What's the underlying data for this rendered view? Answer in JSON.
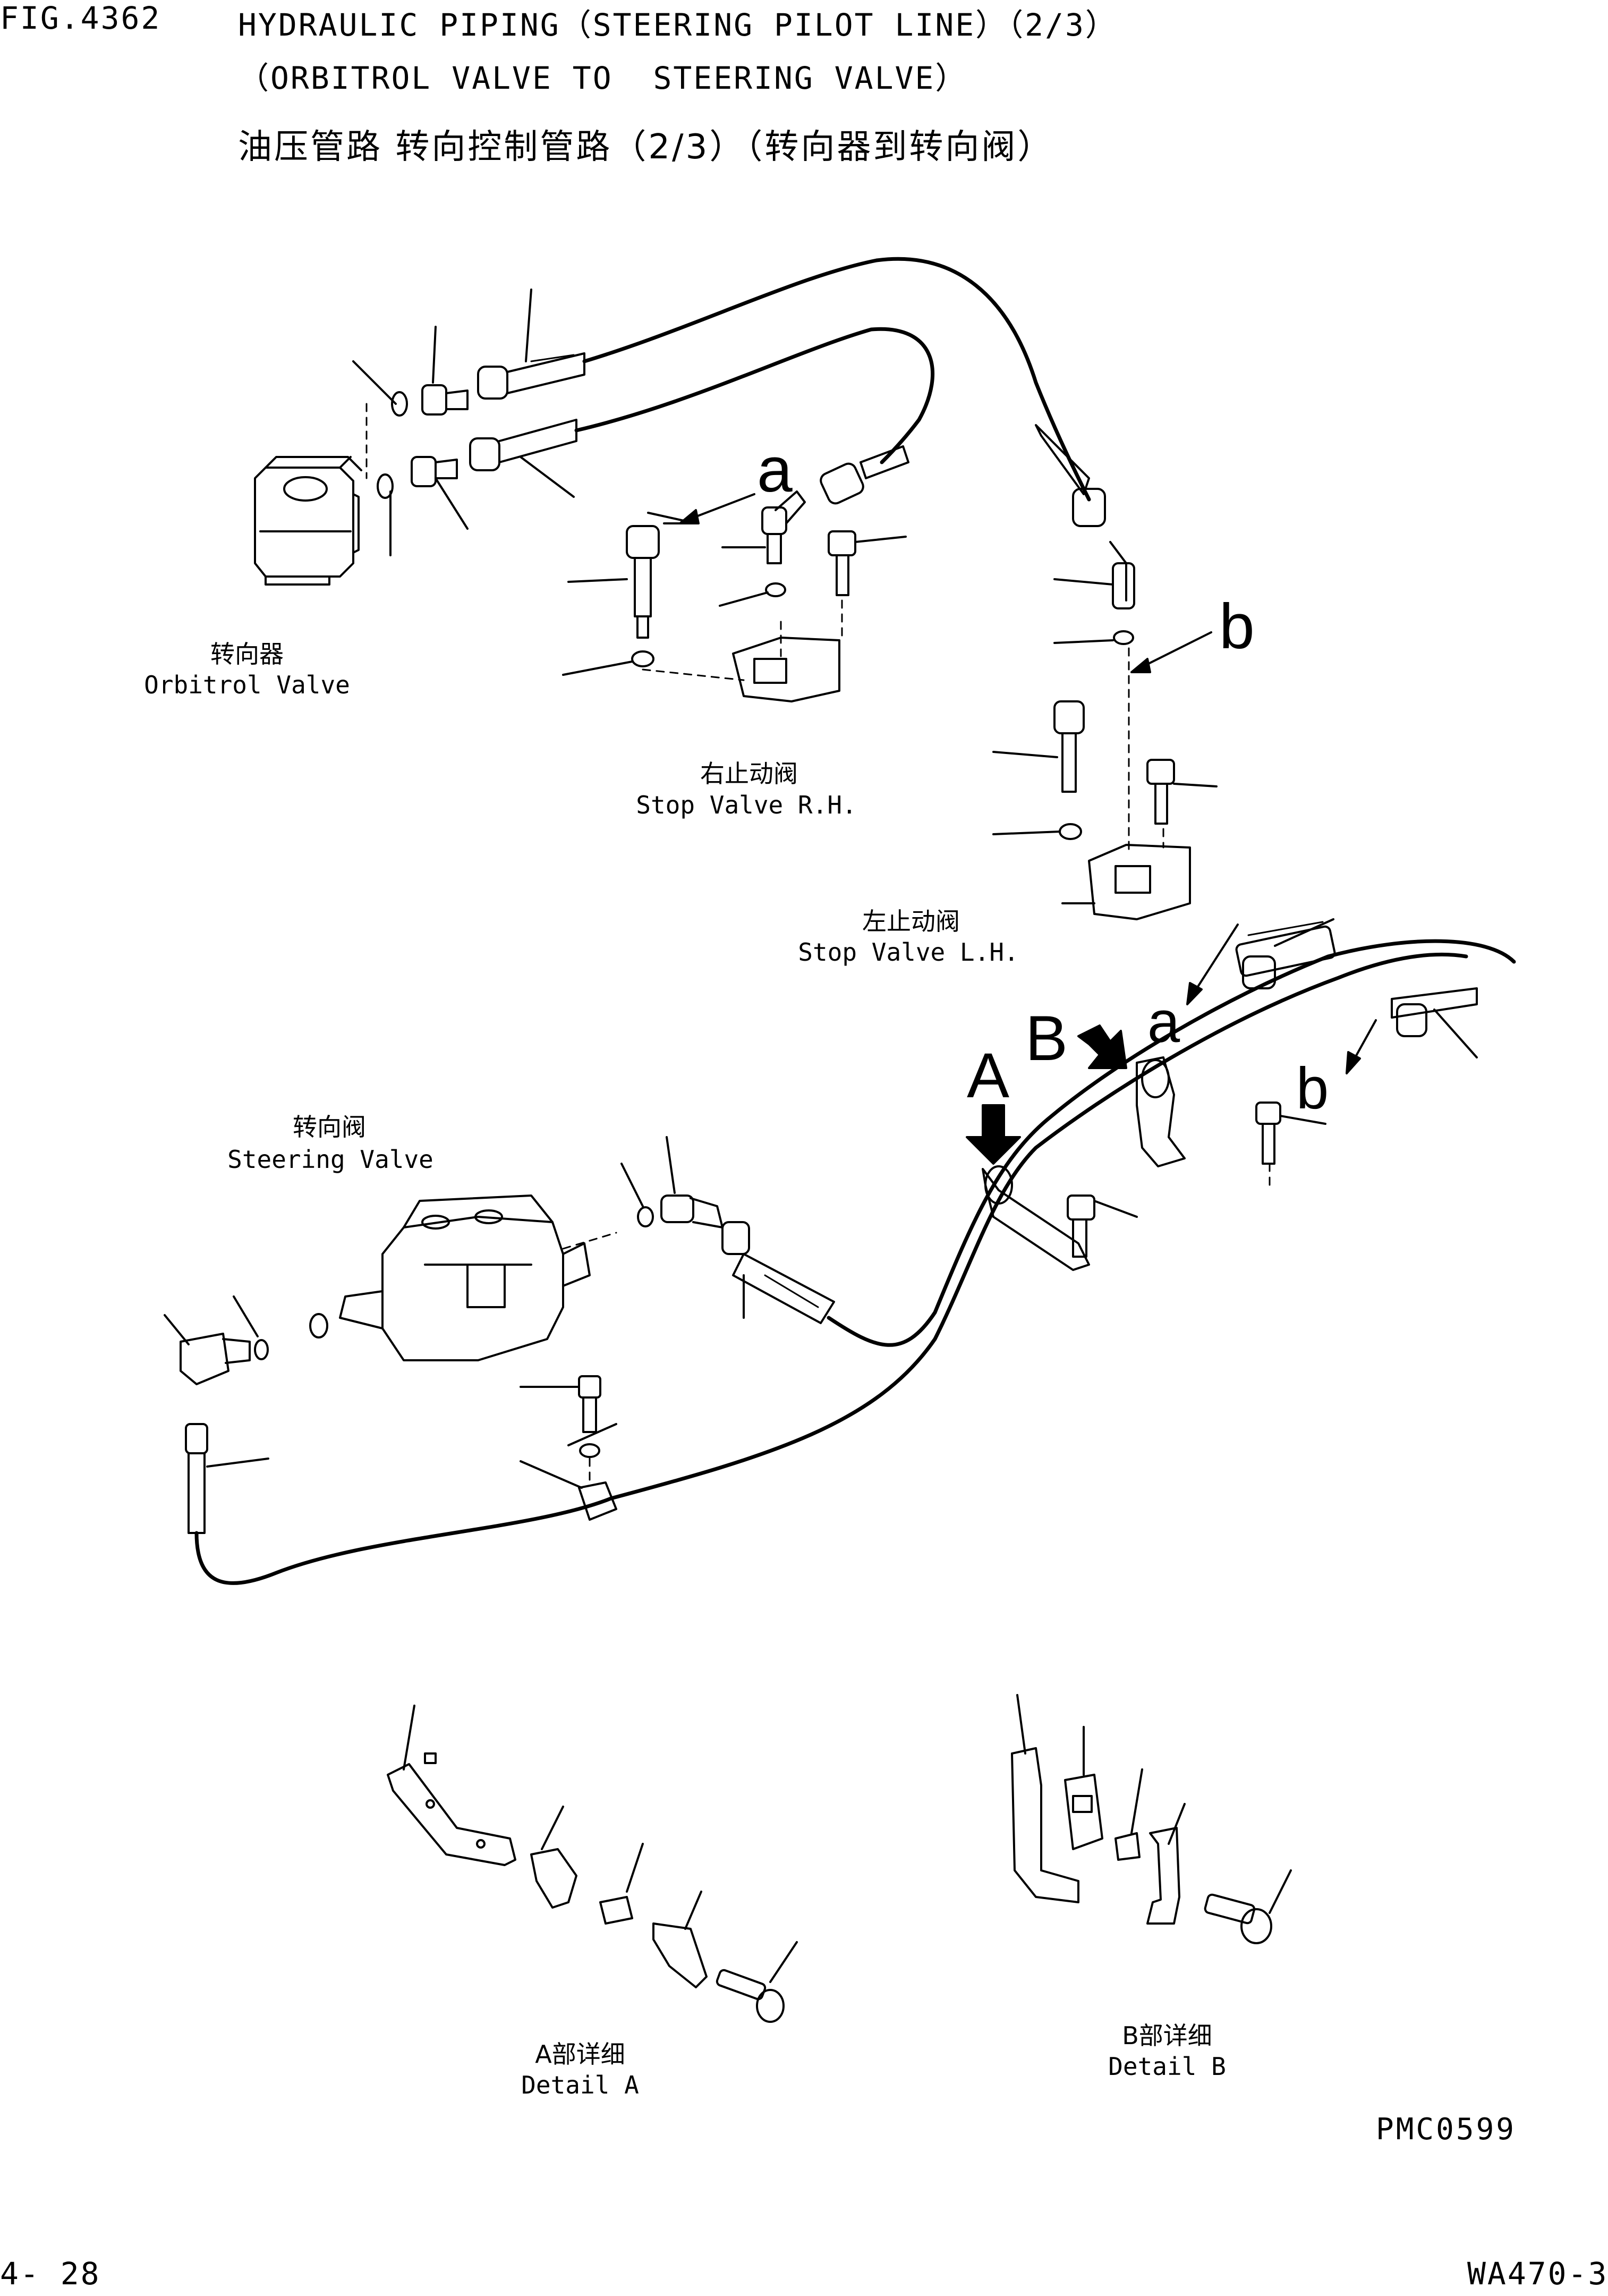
{
  "header": {
    "fig_no": "FIG.4362",
    "title_line1": "HYDRAULIC PIPING（STEERING PILOT LINE）（2/3）",
    "title_line2": "（ORBITROL VALVE TO  STEERING VALVE）",
    "title_cn": "油压管路 转向控制管路（2/3）（转向器到转向阀）"
  },
  "components": {
    "orbitrol_valve": {
      "cn": "转向器",
      "en": "Orbitrol Valve"
    },
    "stop_valve_rh": {
      "cn": "右止动阀",
      "en": "Stop Valve R.H."
    },
    "stop_valve_lh": {
      "cn": "左止动阀",
      "en": "Stop Valve L.H."
    },
    "steering_valve": {
      "cn": "转向阀",
      "en": "Steering Valve"
    },
    "detail_a": {
      "cn": "A部详细",
      "en": "Detail A"
    },
    "detail_b": {
      "cn": "B部详细",
      "en": "Detail B"
    }
  },
  "callouts": {
    "a_top": "a",
    "b_top": "b",
    "a_mid": "a",
    "b_mid": "b",
    "A": "A",
    "B": "B"
  },
  "footer": {
    "drawing_code": "PMC0599",
    "page": "4- 28",
    "model": "WA470-3"
  }
}
